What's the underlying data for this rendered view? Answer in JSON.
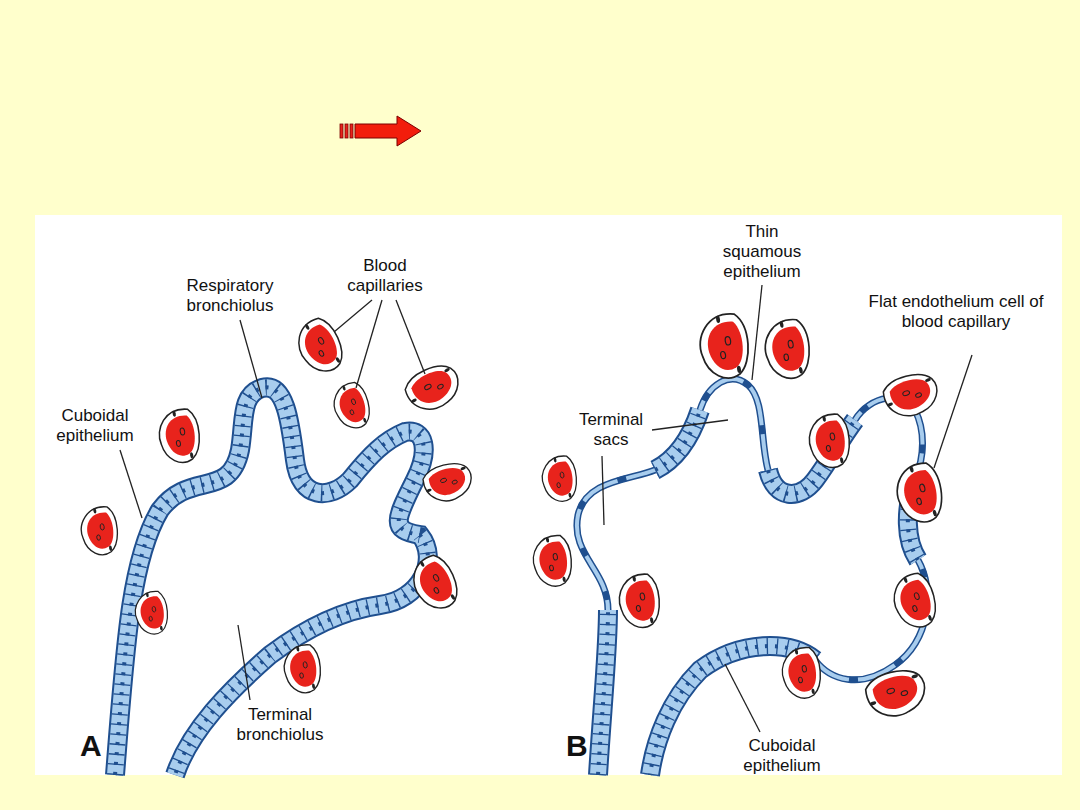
{
  "diagram": {
    "labels": [
      "Respiratory bronchiolus",
      "Blood capillaries",
      "Cuboidal epithelium",
      "Terminal bronchiolus",
      "A",
      "Thin squamous epithelium",
      "Flat endothelium cell of blood capillary",
      "Terminal sacs",
      "Cuboidal epithelium",
      "B"
    ]
  }
}
